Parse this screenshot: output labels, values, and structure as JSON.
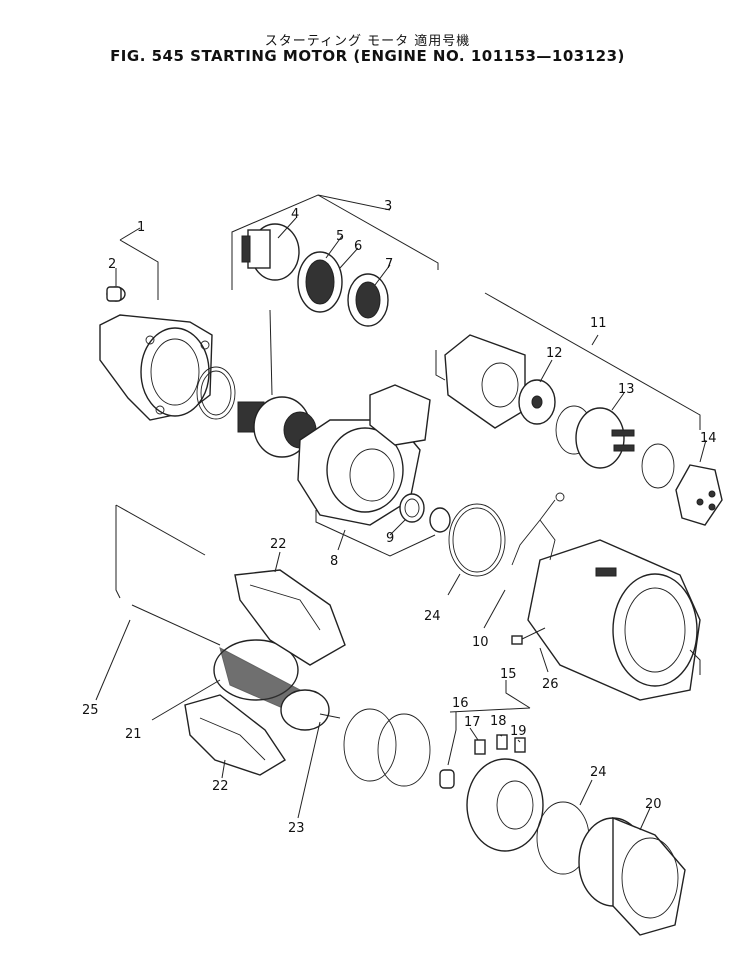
{
  "title_jp": "スターティング モータ  適用号機",
  "title_en": "FIG. 545  STARTING MOTOR (ENGINE NO. 101153—103123)",
  "part_numbers": [
    "1",
    "2",
    "3",
    "4",
    "5",
    "6",
    "7",
    "8",
    "9",
    "10",
    "11",
    "12",
    "13",
    "14",
    "15",
    "16",
    "17",
    "18",
    "19",
    "20",
    "21",
    "22",
    "22",
    "23",
    "24",
    "24",
    "25",
    "26"
  ]
}
